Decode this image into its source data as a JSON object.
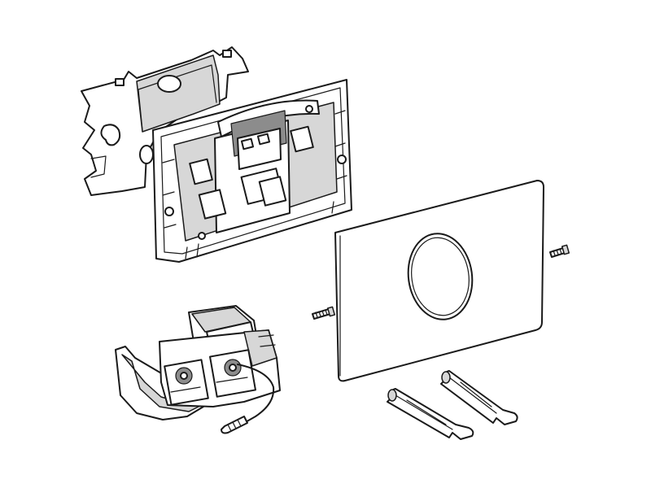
{
  "diagram": {
    "parts": [
      {
        "id": "mounting-bracket",
        "label": ""
      },
      {
        "id": "actuator-frame",
        "label": ""
      },
      {
        "id": "cover-plate",
        "label": ""
      },
      {
        "id": "left-screw",
        "label": ""
      },
      {
        "id": "right-screw",
        "label": ""
      },
      {
        "id": "control-module",
        "label": ""
      },
      {
        "id": "actuation-rod-left",
        "label": ""
      },
      {
        "id": "actuation-rod-right",
        "label": ""
      }
    ],
    "colors": {
      "line": "#1a1a1a",
      "shade": "#d7d7d7",
      "dark": "#8c8c8c",
      "background": "#ffffff"
    }
  }
}
